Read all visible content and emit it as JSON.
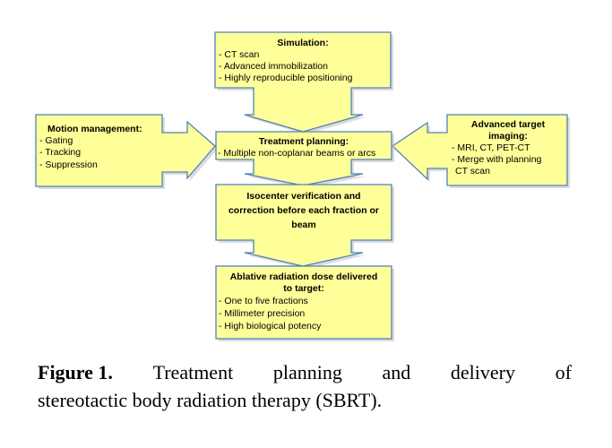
{
  "boxes": {
    "simulation": {
      "title": "Simulation:",
      "items": [
        "- CT scan",
        "- Advanced immobilization",
        "- Highly reproducible positioning"
      ]
    },
    "motion_management": {
      "title": "Motion management:",
      "items": [
        "- Gating",
        "- Tracking",
        "- Suppression"
      ]
    },
    "advanced_imaging": {
      "title_lines": [
        "Advanced target",
        "imaging:"
      ],
      "items": [
        "- MRI, CT, PET-CT",
        "- Merge with planning",
        "  CT scan"
      ]
    },
    "treatment_planning": {
      "title": "Treatment planning:",
      "items": [
        "- Multiple non-coplanar beams or arcs"
      ]
    },
    "isocenter": {
      "title_lines": [
        "Isocenter verification and",
        "correction before each fraction or",
        "beam"
      ]
    },
    "ablative": {
      "title_lines": [
        "Ablative radiation dose delivered",
        "to target:"
      ],
      "items": [
        "- One to five fractions",
        "- Millimeter precision",
        "- High biological potency"
      ]
    }
  },
  "colors": {
    "box_fill": "#ffff99",
    "box_stroke": "#4f81bd"
  },
  "caption": {
    "label": "Figure 1.",
    "words_line1": [
      "Treatment",
      "planning",
      "and",
      "delivery",
      "of"
    ],
    "line2": "stereotactic body radiation therapy (SBRT)."
  }
}
